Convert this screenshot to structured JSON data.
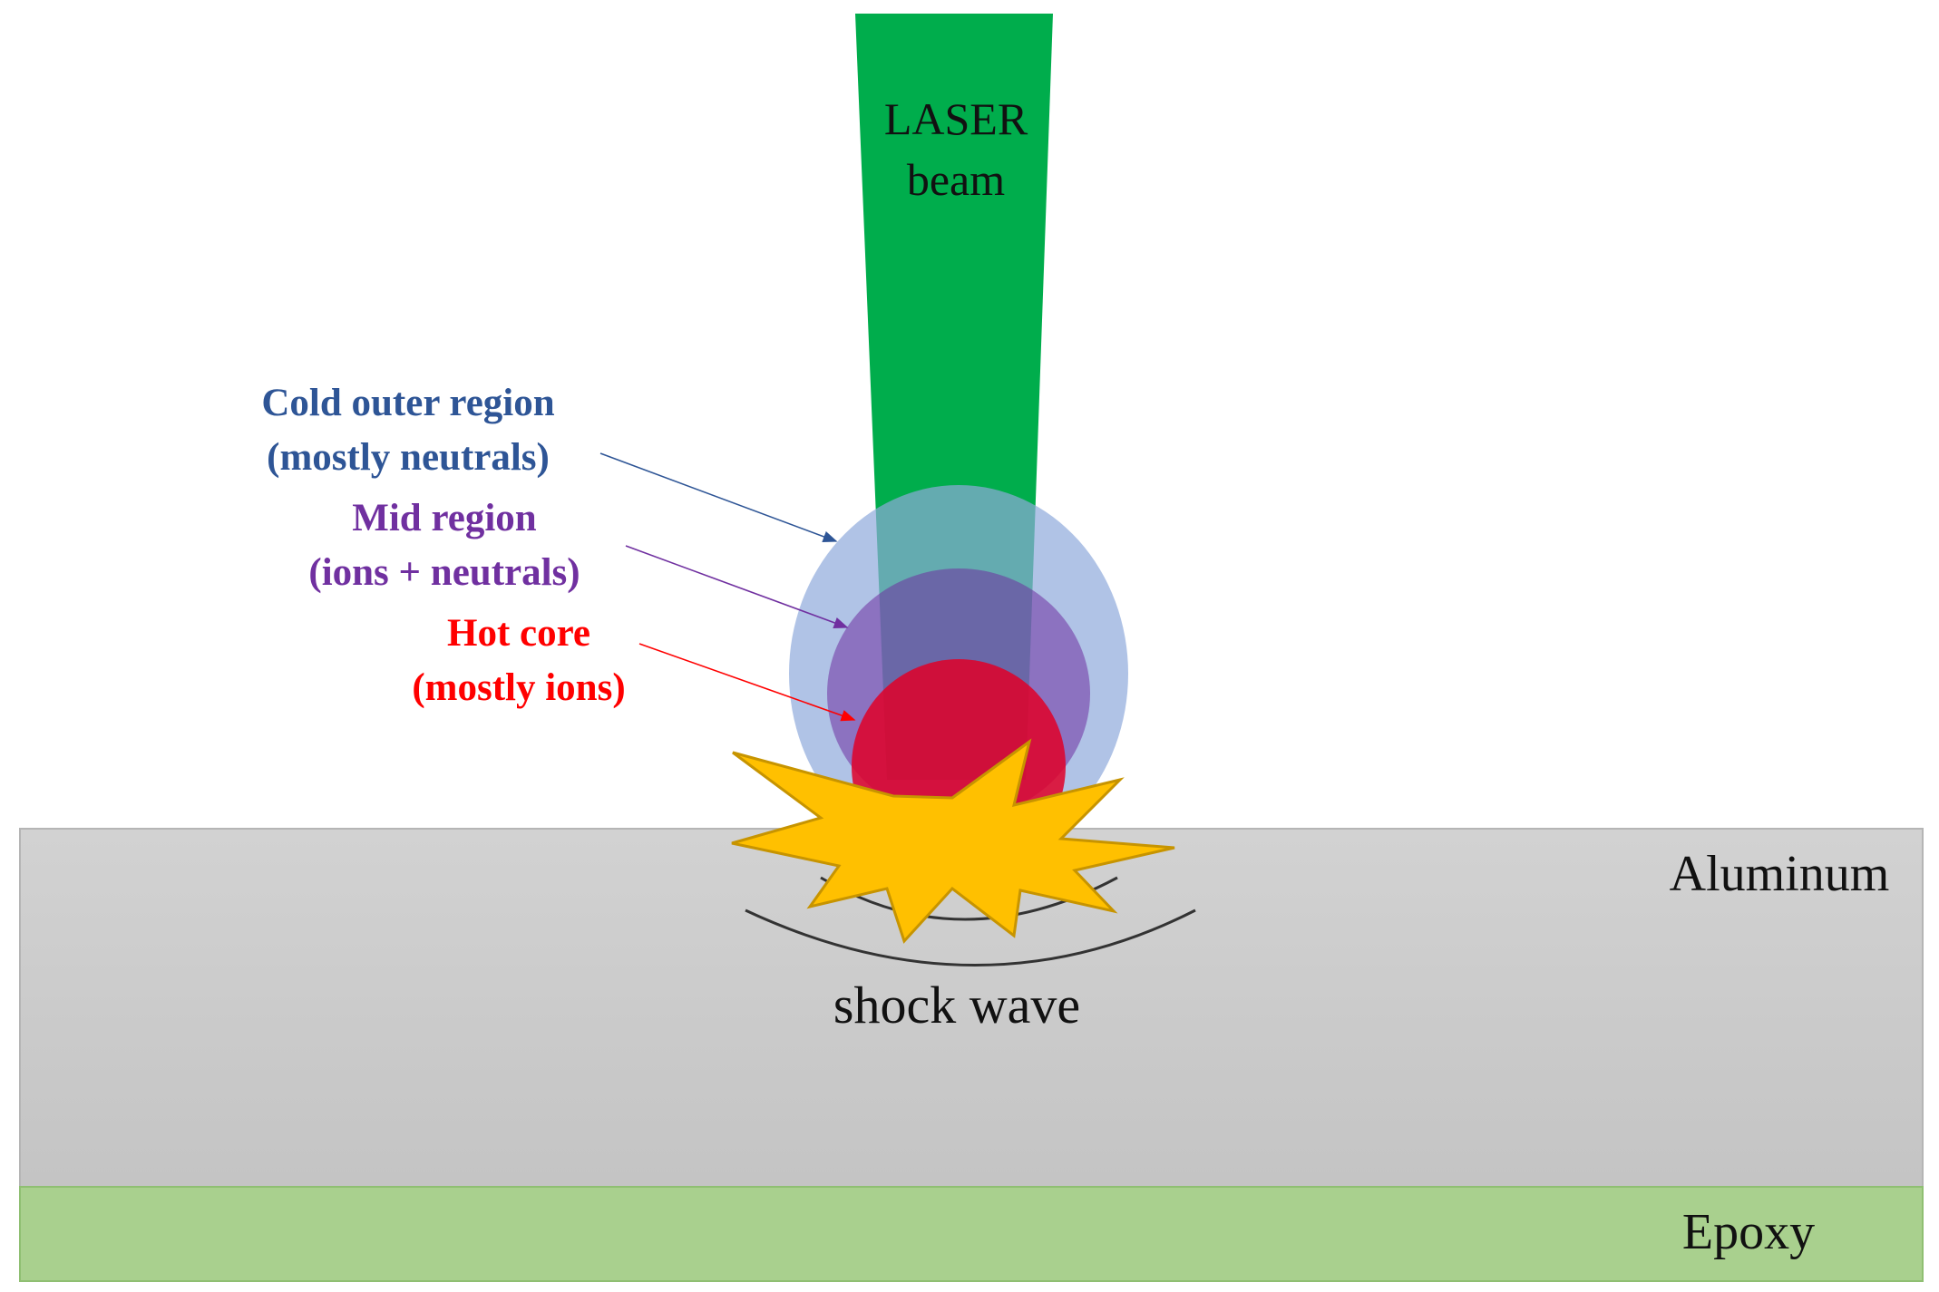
{
  "laser": {
    "line1": "LASER",
    "line2": "beam"
  },
  "regions": {
    "cold": {
      "line1": "Cold outer region",
      "line2": "(mostly neutrals)"
    },
    "mid": {
      "line1": "Mid region",
      "line2": "(ions + neutrals)"
    },
    "hot": {
      "line1": "Hot core",
      "line2": "(mostly ions)"
    }
  },
  "layers": {
    "aluminum": "Aluminum",
    "epoxy": "Epoxy"
  },
  "shock_label": "shock wave",
  "colors": {
    "laser_green": "#00ad4c",
    "cold_blue": "#2e5596",
    "mid_purple": "#7030a0",
    "hot_red": "#ff0000",
    "aluminum_gray": "#cbcbcb",
    "epoxy_green": "#a9d08e",
    "burst_yellow": "#ffc000"
  }
}
